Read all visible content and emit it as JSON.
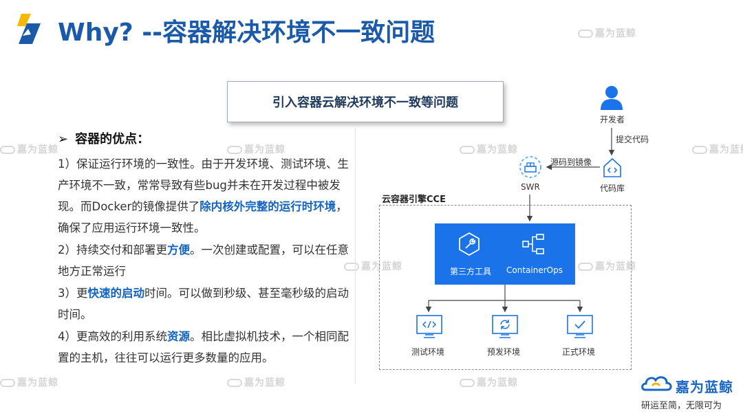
{
  "title": "Why? --容器解决环境不一致问题",
  "banner": "引入容器云解决环境不一致等问题",
  "advantages": {
    "heading": "容器的优点：",
    "arrow": "➢",
    "items": [
      {
        "pre": "1）保证运行环境的一致性。由于开发环境、测试环境、生产环境不一致，常常导致有些bug并未在开发过程中被发现。而Docker的镜像提供了",
        "hl": "除内核外完整的运行时环境",
        "post": "，确保了应用运行环境一致性。"
      },
      {
        "pre": "2）持续交付和部署更",
        "hl": "方便",
        "post": "。一次创建或配置，可以在任意地方正常运行"
      },
      {
        "pre": "3）更",
        "hl": "快速的启动",
        "post": "时间。可以做到秒级、甚至毫秒级的启动时间。"
      },
      {
        "pre": "4）更高效的利用系统",
        "hl": "资源",
        "post": "。相比虚拟机技术，一个相同配置的主机，往往可以运行更多数量的应用。"
      }
    ]
  },
  "diagram": {
    "developer": "开发者",
    "submit": "提交代码",
    "repo": "代码库",
    "source_to_image": "源码到镜像",
    "swr": "SWR",
    "cce": "云容器引擎CCE",
    "third_party": "第三方工具",
    "containerops": "ContainerOps",
    "env_test": "测试环境",
    "env_pre": "预发环境",
    "env_prod": "正式环境"
  },
  "watermark": "嘉为蓝鲸",
  "brand": {
    "name": "嘉为蓝鲸",
    "slogan": "研运至简，无限可为"
  },
  "colors": {
    "title": "#1a5aa8",
    "highlight": "#1565c0",
    "accent_blue": "#1a73e8",
    "logo_yellow": "#f5b800"
  }
}
